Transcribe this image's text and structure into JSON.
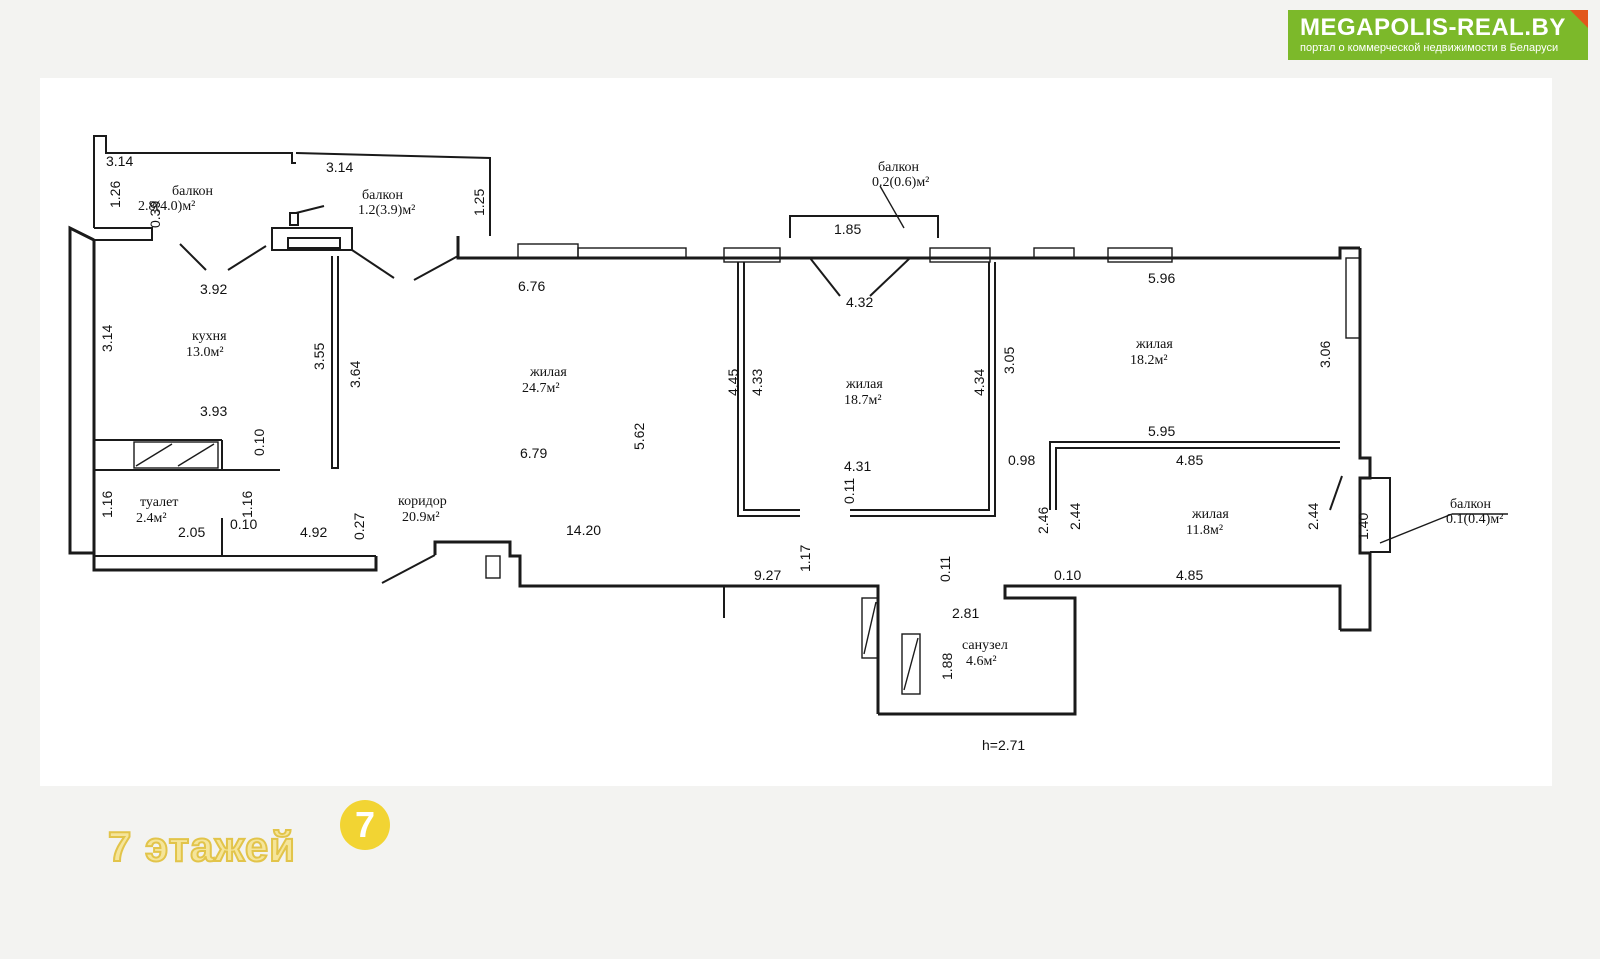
{
  "brand": {
    "name": "MEGAPOLIS-REAL.BY",
    "tagline": "портал о коммерческой недвижимости в Беларуси",
    "color": "#7cb92a",
    "accent": "#e2571b"
  },
  "caption": {
    "floors": "7 этажей",
    "badge_digit": "7",
    "badge_color": "#f2d433"
  },
  "rooms": {
    "balcony_1": {
      "name": "балкон",
      "area": "2.8(4.0)м²"
    },
    "balcony_2": {
      "name": "балкон",
      "area": "1.2(3.9)м²"
    },
    "balcony_3": {
      "name": "балкон",
      "area": "0.2(0.6)м²"
    },
    "balcony_4": {
      "name": "балкон",
      "area": "0.1(0.4)м²"
    },
    "kitchen": {
      "name": "кухня",
      "area": "13.0м²"
    },
    "living_1": {
      "name": "жилая",
      "area": "24.7м²"
    },
    "living_2": {
      "name": "жилая",
      "area": "18.7м²"
    },
    "living_3": {
      "name": "жилая",
      "area": "18.2м²"
    },
    "living_4": {
      "name": "жилая",
      "area": "11.8м²"
    },
    "toilet": {
      "name": "туалет",
      "area": "2.4м²"
    },
    "corridor": {
      "name": "коридор",
      "area": "20.9м²"
    },
    "bathroom": {
      "name": "санузел",
      "area": "4.6м²"
    }
  },
  "dimensions": {
    "d314a": "3.14",
    "d314b": "3.14",
    "d126": "1.26",
    "d039": "0.39",
    "d125": "1.25",
    "d185": "1.85",
    "d392": "3.92",
    "d676": "6.76",
    "d432": "4.32",
    "d596a": "5.96",
    "d314c": "3.14",
    "d355": "3.55",
    "d364": "3.64",
    "d445": "4.45",
    "d433": "4.33",
    "d434": "4.34",
    "d305": "3.05",
    "d306": "3.06",
    "d393": "3.93",
    "d010a": "0.10",
    "d679": "6.79",
    "d562": "5.62",
    "d595": "5.95",
    "d485a": "4.85",
    "d431": "4.31",
    "d098": "0.98",
    "d116a": "1.16",
    "d116b": "1.16",
    "d205": "2.05",
    "d010b": "0.10",
    "d492": "4.92",
    "d027": "0.27",
    "d1420": "14.20",
    "d011a": "0.11",
    "d246": "2.46",
    "d244a": "2.44",
    "d244b": "2.44",
    "d140": "1.40",
    "d117": "1.17",
    "d927": "9.27",
    "d011b": "0.11",
    "d010c": "0.10",
    "d485b": "4.85",
    "d281": "2.81",
    "d188": "1.88",
    "ceiling": "h=2.71"
  }
}
